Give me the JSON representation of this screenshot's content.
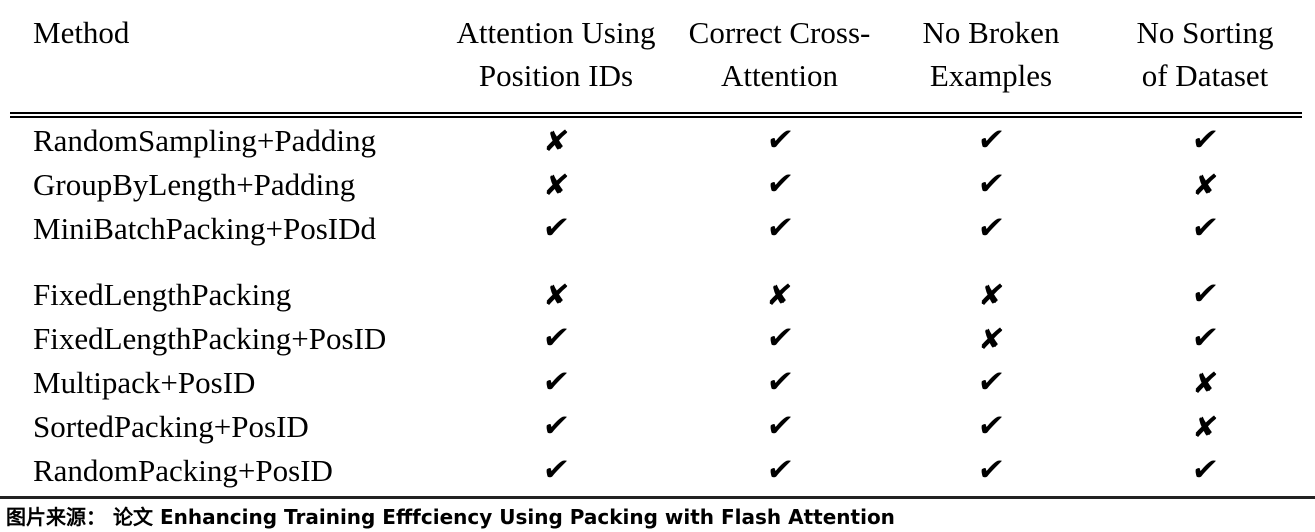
{
  "table": {
    "columns": [
      {
        "key": "method",
        "label": "Method",
        "lines": [
          "Method"
        ],
        "align": "left"
      },
      {
        "key": "attention_position_ids",
        "label": "Attention Using Position IDs",
        "lines": [
          "Attention Using",
          "Position IDs"
        ],
        "align": "center"
      },
      {
        "key": "correct_cross_attention",
        "label": "Correct Cross-Attention",
        "lines": [
          "Correct Cross-",
          "Attention"
        ],
        "align": "center"
      },
      {
        "key": "no_broken_examples",
        "label": "No Broken Examples",
        "lines": [
          "No Broken",
          "Examples"
        ],
        "align": "center"
      },
      {
        "key": "no_sorting_of_dataset",
        "label": "No Sorting of Dataset",
        "lines": [
          "No Sorting",
          "of Dataset"
        ],
        "align": "center"
      }
    ],
    "marks": {
      "yes": "✔",
      "no": "✘"
    },
    "groups": [
      {
        "rows": [
          {
            "method": "RandomSampling+Padding",
            "values": [
              "no",
              "yes",
              "yes",
              "yes"
            ]
          },
          {
            "method": "GroupByLength+Padding",
            "values": [
              "no",
              "yes",
              "yes",
              "no"
            ]
          },
          {
            "method": "MiniBatchPacking+PosIDd",
            "values": [
              "yes",
              "yes",
              "yes",
              "yes"
            ]
          }
        ]
      },
      {
        "rows": [
          {
            "method": "FixedLengthPacking",
            "values": [
              "no",
              "no",
              "no",
              "yes"
            ]
          },
          {
            "method": "FixedLengthPacking+PosID",
            "values": [
              "yes",
              "yes",
              "no",
              "yes"
            ]
          },
          {
            "method": "Multipack+PosID",
            "values": [
              "yes",
              "yes",
              "yes",
              "no"
            ]
          },
          {
            "method": "SortedPacking+PosID",
            "values": [
              "yes",
              "yes",
              "yes",
              "no"
            ]
          },
          {
            "method": "RandomPacking+PosID",
            "values": [
              "yes",
              "yes",
              "yes",
              "yes"
            ]
          }
        ]
      }
    ]
  },
  "caption": {
    "prefix": "图片来源： 论文 ",
    "title": "Enhancing Training Efffciency Using Packing with Flash Attention",
    "full": "图片来源： 论文 Enhancing Training Efffciency Using Packing with Flash Attention"
  },
  "colors": {
    "text": "#000000",
    "rule": "#000000",
    "caption_rule": "#222222",
    "background": "#ffffff"
  }
}
